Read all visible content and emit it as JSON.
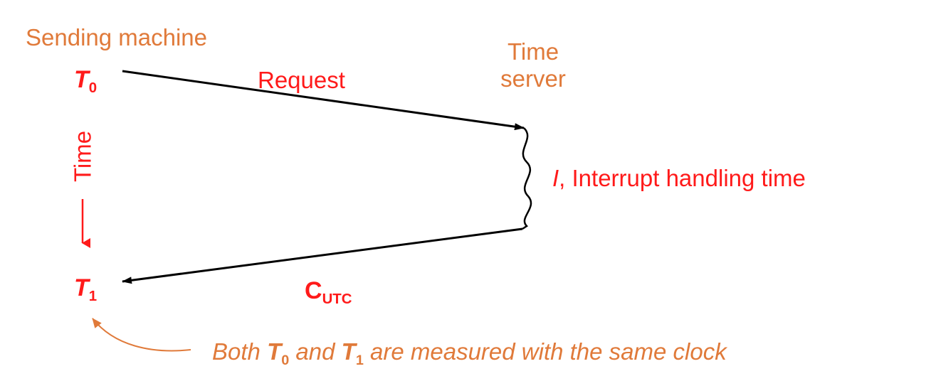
{
  "labels": {
    "sending_machine": "Sending machine",
    "time_server_line1": "Time",
    "time_server_line2": "server",
    "request": "Request",
    "time_axis": "Time",
    "interrupt_symbol": "I",
    "interrupt_text": ", Interrupt handling time",
    "c_main": "C",
    "c_sub": "UTC"
  },
  "t0": {
    "main": "T",
    "sub": "0"
  },
  "t1": {
    "main": "T",
    "sub": "1"
  },
  "note": {
    "prefix": "Both ",
    "t0_main": "T",
    "t0_sub": "0",
    "mid": " and ",
    "t1_main": "T",
    "t1_sub": "1",
    "suffix": " are measured with the same clock"
  },
  "colors": {
    "orange": "#E07A3A",
    "red": "#FF1A1A",
    "line": "#000000"
  }
}
